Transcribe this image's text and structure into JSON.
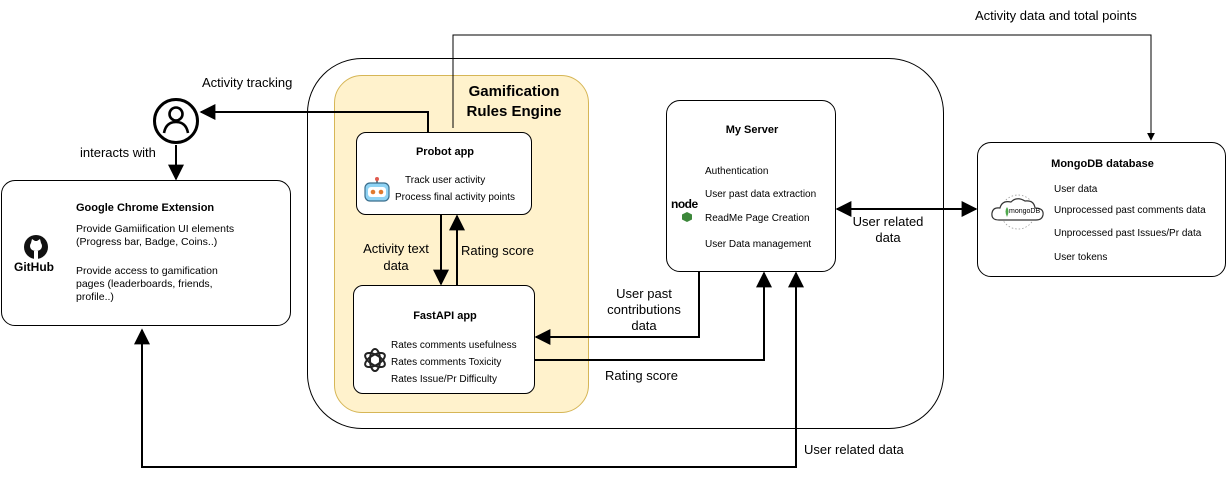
{
  "edges": {
    "activity_tracking": "Activity tracking",
    "interacts_with": "interacts with",
    "activity_text_data": "Activity text\ndata",
    "rating_score_up": "Rating score",
    "user_past_contributions": "User past\ncontributions\ndata",
    "rating_score_bottom": "Rating score",
    "user_related_data_right": "User related\ndata",
    "user_related_data_bottom": "User related data",
    "activity_data_total_points": "Activity data and total points"
  },
  "engine": {
    "title": "Gamification\nRules Engine"
  },
  "probot": {
    "title": "Probot app",
    "items": [
      "Track user activity",
      "Process final activity points"
    ]
  },
  "fastapi": {
    "title": "FastAPI app",
    "items": [
      "Rates comments usefulness",
      "Rates comments Toxicity",
      "Rates Issue/Pr Difficulty"
    ]
  },
  "server": {
    "title": "My Server",
    "logo": "node",
    "items": [
      "Authentication",
      "User past data extraction",
      "ReadMe Page Creation",
      "User Data management"
    ]
  },
  "mongo": {
    "title": "MongoDB database",
    "logo_text": "mongoDB",
    "items": [
      "User data",
      "Unprocessed past comments data",
      "Unprocessed past Issues/Pr data",
      "User tokens"
    ]
  },
  "chrome": {
    "title": "Google Chrome Extension",
    "logo_text": "GitHub",
    "para1": "Provide Gamiification UI elements\n(Progress bar, Badge, Coins..)",
    "para2": "Provide access to gamification\npages (leaderboards, friends,\nprofile..)"
  },
  "colors": {
    "engine_fill": "#fff2cc",
    "engine_border": "#d6b656"
  }
}
